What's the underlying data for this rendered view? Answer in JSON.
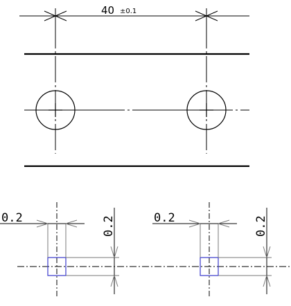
{
  "top_dimension": {
    "value": "40",
    "tolerance": "±0.1"
  },
  "bottom_dimensions": {
    "left_horizontal": "0.2",
    "left_vertical": "0.2",
    "right_horizontal": "0.2",
    "right_vertical": "0.2"
  },
  "colors": {
    "line": "#000000",
    "dim_line": "#7a7a7a",
    "tolerance_box": "#3a3acc"
  }
}
